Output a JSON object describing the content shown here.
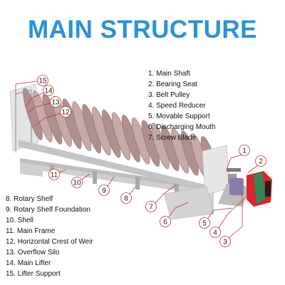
{
  "title": "MAIN STRUCTURE",
  "legend_right": [
    {
      "num": "1.",
      "label": "Main Shaft"
    },
    {
      "num": "2.",
      "label": "Bearing Seat"
    },
    {
      "num": "3.",
      "label": "Belt Pulley"
    },
    {
      "num": "4.",
      "label": "Speed Reducer"
    },
    {
      "num": "5.",
      "label": "Movable Support"
    },
    {
      "num": "6.",
      "label": "Discharging Mouth"
    },
    {
      "num": "7.",
      "label": "Screw Blade"
    }
  ],
  "legend_left": [
    {
      "num": "8.",
      "label": "Rotary Shelf"
    },
    {
      "num": "9.",
      "label": "Rotary Shelf Foundation"
    },
    {
      "num": "10.",
      "label": "Shell"
    },
    {
      "num": "11.",
      "label": "Main Frame"
    },
    {
      "num": "12.",
      "label": "Horizontal Crest of Weir"
    },
    {
      "num": "13.",
      "label": "Overflow Silo"
    },
    {
      "num": "14.",
      "label": "Main Lifter"
    },
    {
      "num": "15.",
      "label": "Lifter Support"
    }
  ],
  "callouts": [
    "1",
    "2",
    "3",
    "4",
    "5",
    "6",
    "7",
    "8",
    "9",
    "10",
    "11",
    "12",
    "13",
    "14",
    "15"
  ],
  "colors": {
    "title": "#2a92d8",
    "callout_line": "#c0392b",
    "machine_body": "#c9c9c9",
    "blade": "#b89a9a",
    "motor_red": "#d9262c",
    "motor_green": "#2e8b57",
    "motor_purple": "#8a7ca8"
  }
}
